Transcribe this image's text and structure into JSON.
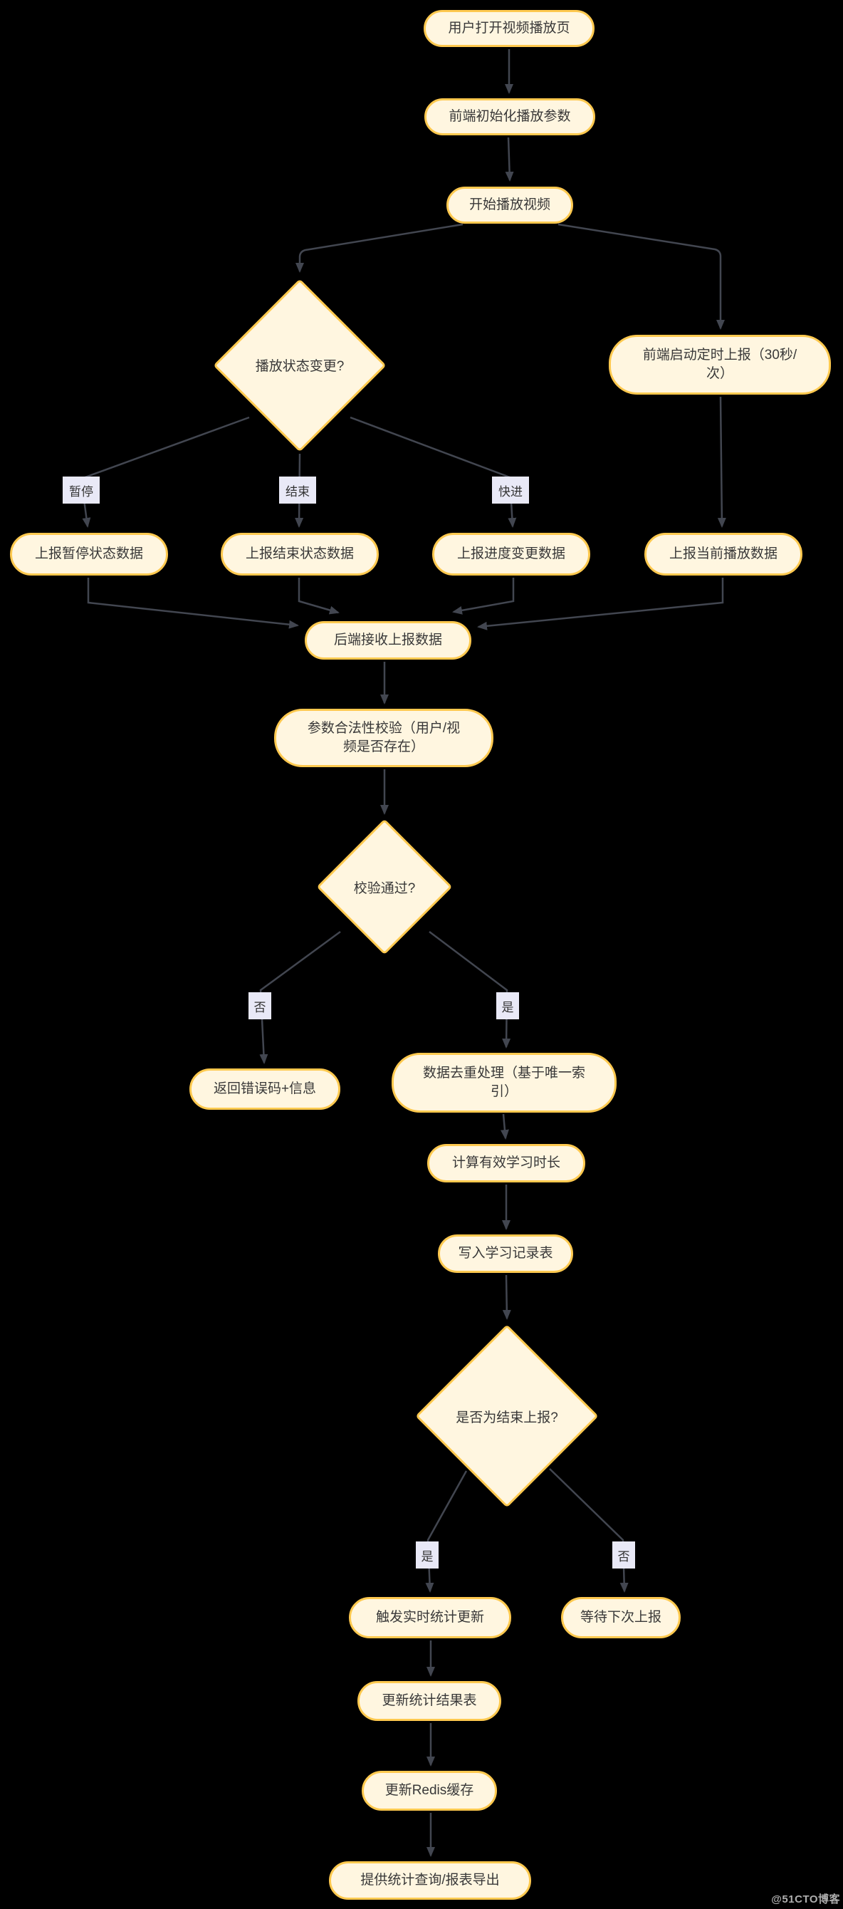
{
  "colors": {
    "background": "#000000",
    "node_fill": "#fff6e0",
    "node_border": "#ffc94f",
    "node_text": "#383838",
    "edge": "#424650",
    "edge_label_bg": "#e9e9f7",
    "watermark_text": "#aeaeae"
  },
  "nodes": {
    "open_page": "用户打开视频播放页",
    "init_params": "前端初始化播放参数",
    "start_play": "开始播放视频",
    "status_change": "播放状态变更?",
    "timer_report": "前端启动定时上报（30秒/\n次）",
    "report_pause": "上报暂停状态数据",
    "report_end": "上报结束状态数据",
    "report_progress": "上报进度变更数据",
    "report_current": "上报当前播放数据",
    "backend_receive": "后端接收上报数据",
    "validate_params": "参数合法性校验（用户/视\n频是否存在）",
    "validate_pass": "校验通过?",
    "return_error": "返回错误码+信息",
    "dedup": "数据去重处理（基于唯一索\n引）",
    "calc_duration": "计算有效学习时长",
    "write_record": "写入学习记录表",
    "is_end_report": "是否为结束上报?",
    "trigger_stats": "触发实时统计更新",
    "wait_next": "等待下次上报",
    "update_result": "更新统计结果表",
    "update_redis": "更新Redis缓存",
    "provide_query": "提供统计查询/报表导出"
  },
  "edge_labels": {
    "pause": "暂停",
    "end": "结束",
    "forward": "快进",
    "no1": "否",
    "yes1": "是",
    "yes2": "是",
    "no2": "否"
  },
  "watermark": "@51CTO博客"
}
